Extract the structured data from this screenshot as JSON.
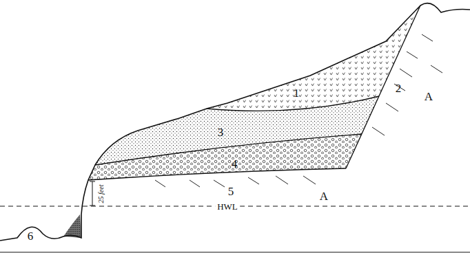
{
  "diagram": {
    "labels": [
      "1",
      "2",
      "A",
      "3",
      "4",
      "5",
      "A",
      "6",
      "25 feet",
      "HWL"
    ]
  }
}
